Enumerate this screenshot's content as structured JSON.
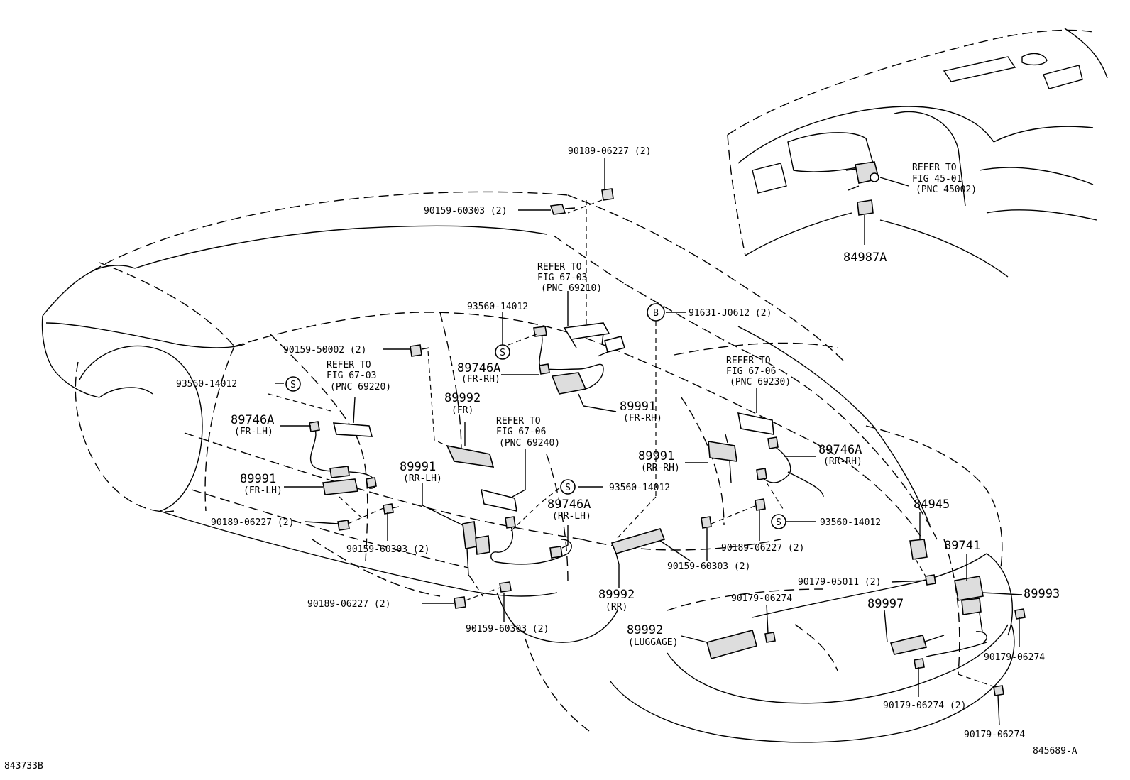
{
  "diagram": {
    "image_ref_left": "843733B",
    "image_ref_right": "845689-A",
    "circle_symbols": {
      "s": "S",
      "b": "B"
    },
    "parts": {
      "p90189_top": "90189-06227 (2)",
      "p90159_top": "90159-60303 (2)",
      "ref_6703_a_l1": "REFER TO",
      "ref_6703_a_l2": "FIG 67-03",
      "ref_6703_a_l3": "(PNC 69210)",
      "p93560_top": "93560-14012",
      "p91631": "91631-J0612 (2)",
      "p90159_50002": "90159-50002 (2)",
      "p89746a_frrh": "89746A",
      "p89746a_frrh_sub": "(FR-RH)",
      "p89991_frrh": "89991",
      "p89991_frrh_sub": "(FR-RH)",
      "p93560_left": "93560-14012",
      "ref_6703_b_l1": "REFER TO",
      "ref_6703_b_l2": "FIG 67-03",
      "ref_6703_b_l3": "(PNC 69220)",
      "p89746a_frlh": "89746A",
      "p89746a_frlh_sub": "(FR-LH)",
      "p89991_frlh": "89991",
      "p89991_frlh_sub": "(FR-LH)",
      "p90189_left": "90189-06227 (2)",
      "p90159_left": "90159-60303 (2)",
      "p89992_fr": "89992",
      "p89992_fr_sub": "(FR)",
      "ref_6706_a_l1": "REFER TO",
      "ref_6706_a_l2": "FIG 67-06",
      "ref_6706_a_l3": "(PNC 69240)",
      "p89991_rrlh": "89991",
      "p89991_rrlh_sub": "(RR-LH)",
      "p89746a_rrlh": "89746A",
      "p89746a_rrlh_sub": "(RR-LH)",
      "p93560_mid": "93560-14012",
      "p90189_bottom": "90189-06227 (2)",
      "p90159_bottom": "90159-60303 (2)",
      "p89992_rr": "89992",
      "p89992_rr_sub": "(RR)",
      "ref_6706_b_l1": "REFER TO",
      "ref_6706_b_l2": "FIG 67-06",
      "ref_6706_b_l3": "(PNC 69230)",
      "p89991_rrrh": "89991",
      "p89991_rrrh_sub": "(RR-RH)",
      "p89746a_rrrh": "89746A",
      "p89746a_rrrh_sub": "(RR-RH)",
      "p93560_right": "93560-14012",
      "p90189_right": "90189-06227 (2)",
      "p90159_right": "90159-60303 (2)",
      "p84945": "84945",
      "p90179_05011": "90179-05011 (2)",
      "p89741": "89741",
      "p89993": "89993",
      "p90179_mid": "90179-06274",
      "p89997": "89997",
      "p89992_lug": "89992",
      "p89992_lug_sub": "(LUGGAGE)",
      "p90179_right": "90179-06274",
      "p90179_two": "90179-06274 (2)",
      "p90179_bottom": "90179-06274",
      "ref_4501_l1": "REFER TO",
      "ref_4501_l2": "FIG 45-01",
      "ref_4501_l3": "(PNC 45002)",
      "p84987a": "84987A"
    }
  }
}
